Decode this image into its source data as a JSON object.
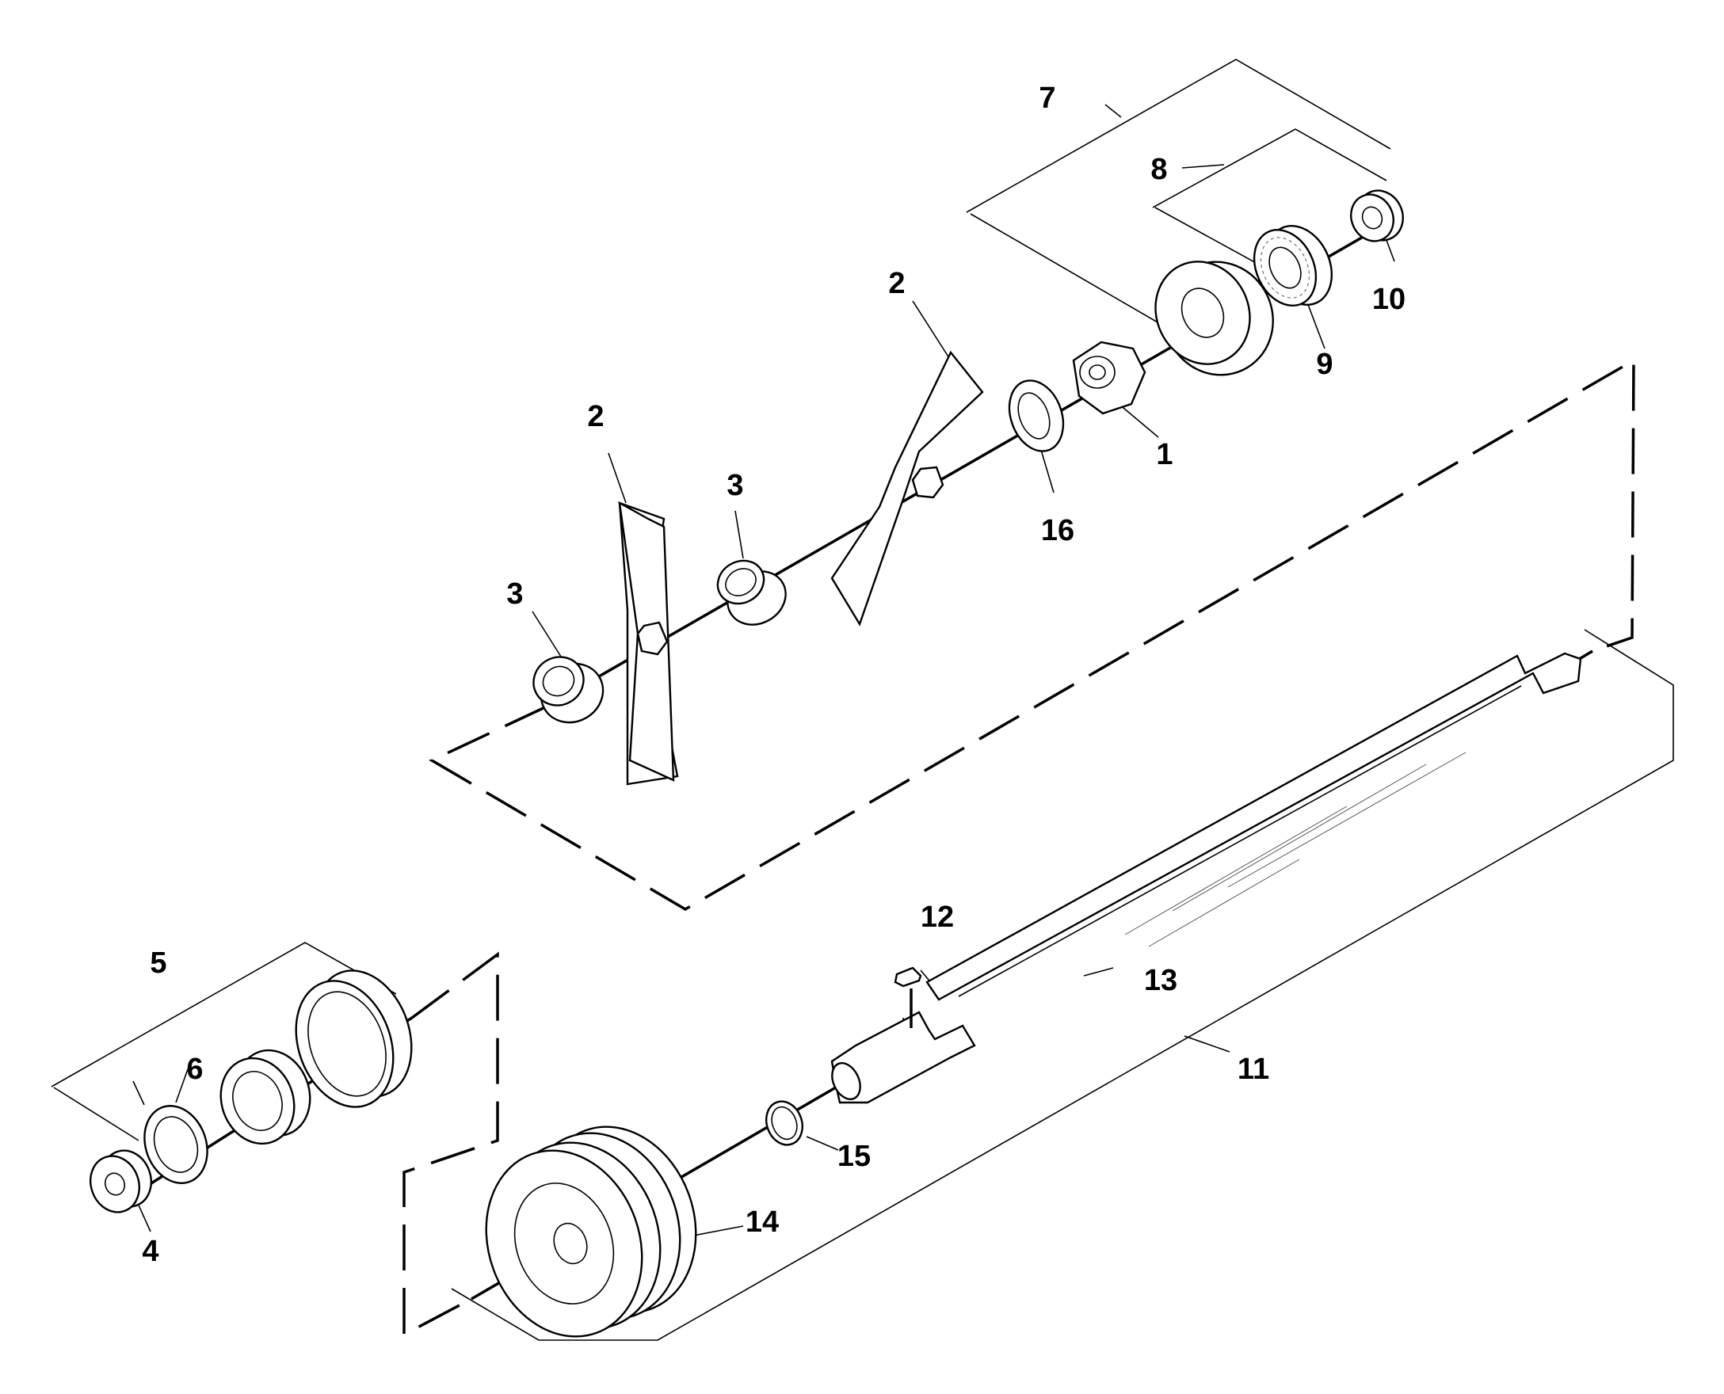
{
  "diagram": {
    "callouts": {
      "c1": "1",
      "c2a": "2",
      "c2b": "2",
      "c3a": "3",
      "c3b": "3",
      "c4": "4",
      "c5": "5",
      "c6": "6",
      "c7": "7",
      "c8": "8",
      "c9": "9",
      "c10": "10",
      "c11": "11",
      "c12": "12",
      "c13": "13",
      "c14": "14",
      "c15": "15",
      "c16": "16"
    }
  }
}
